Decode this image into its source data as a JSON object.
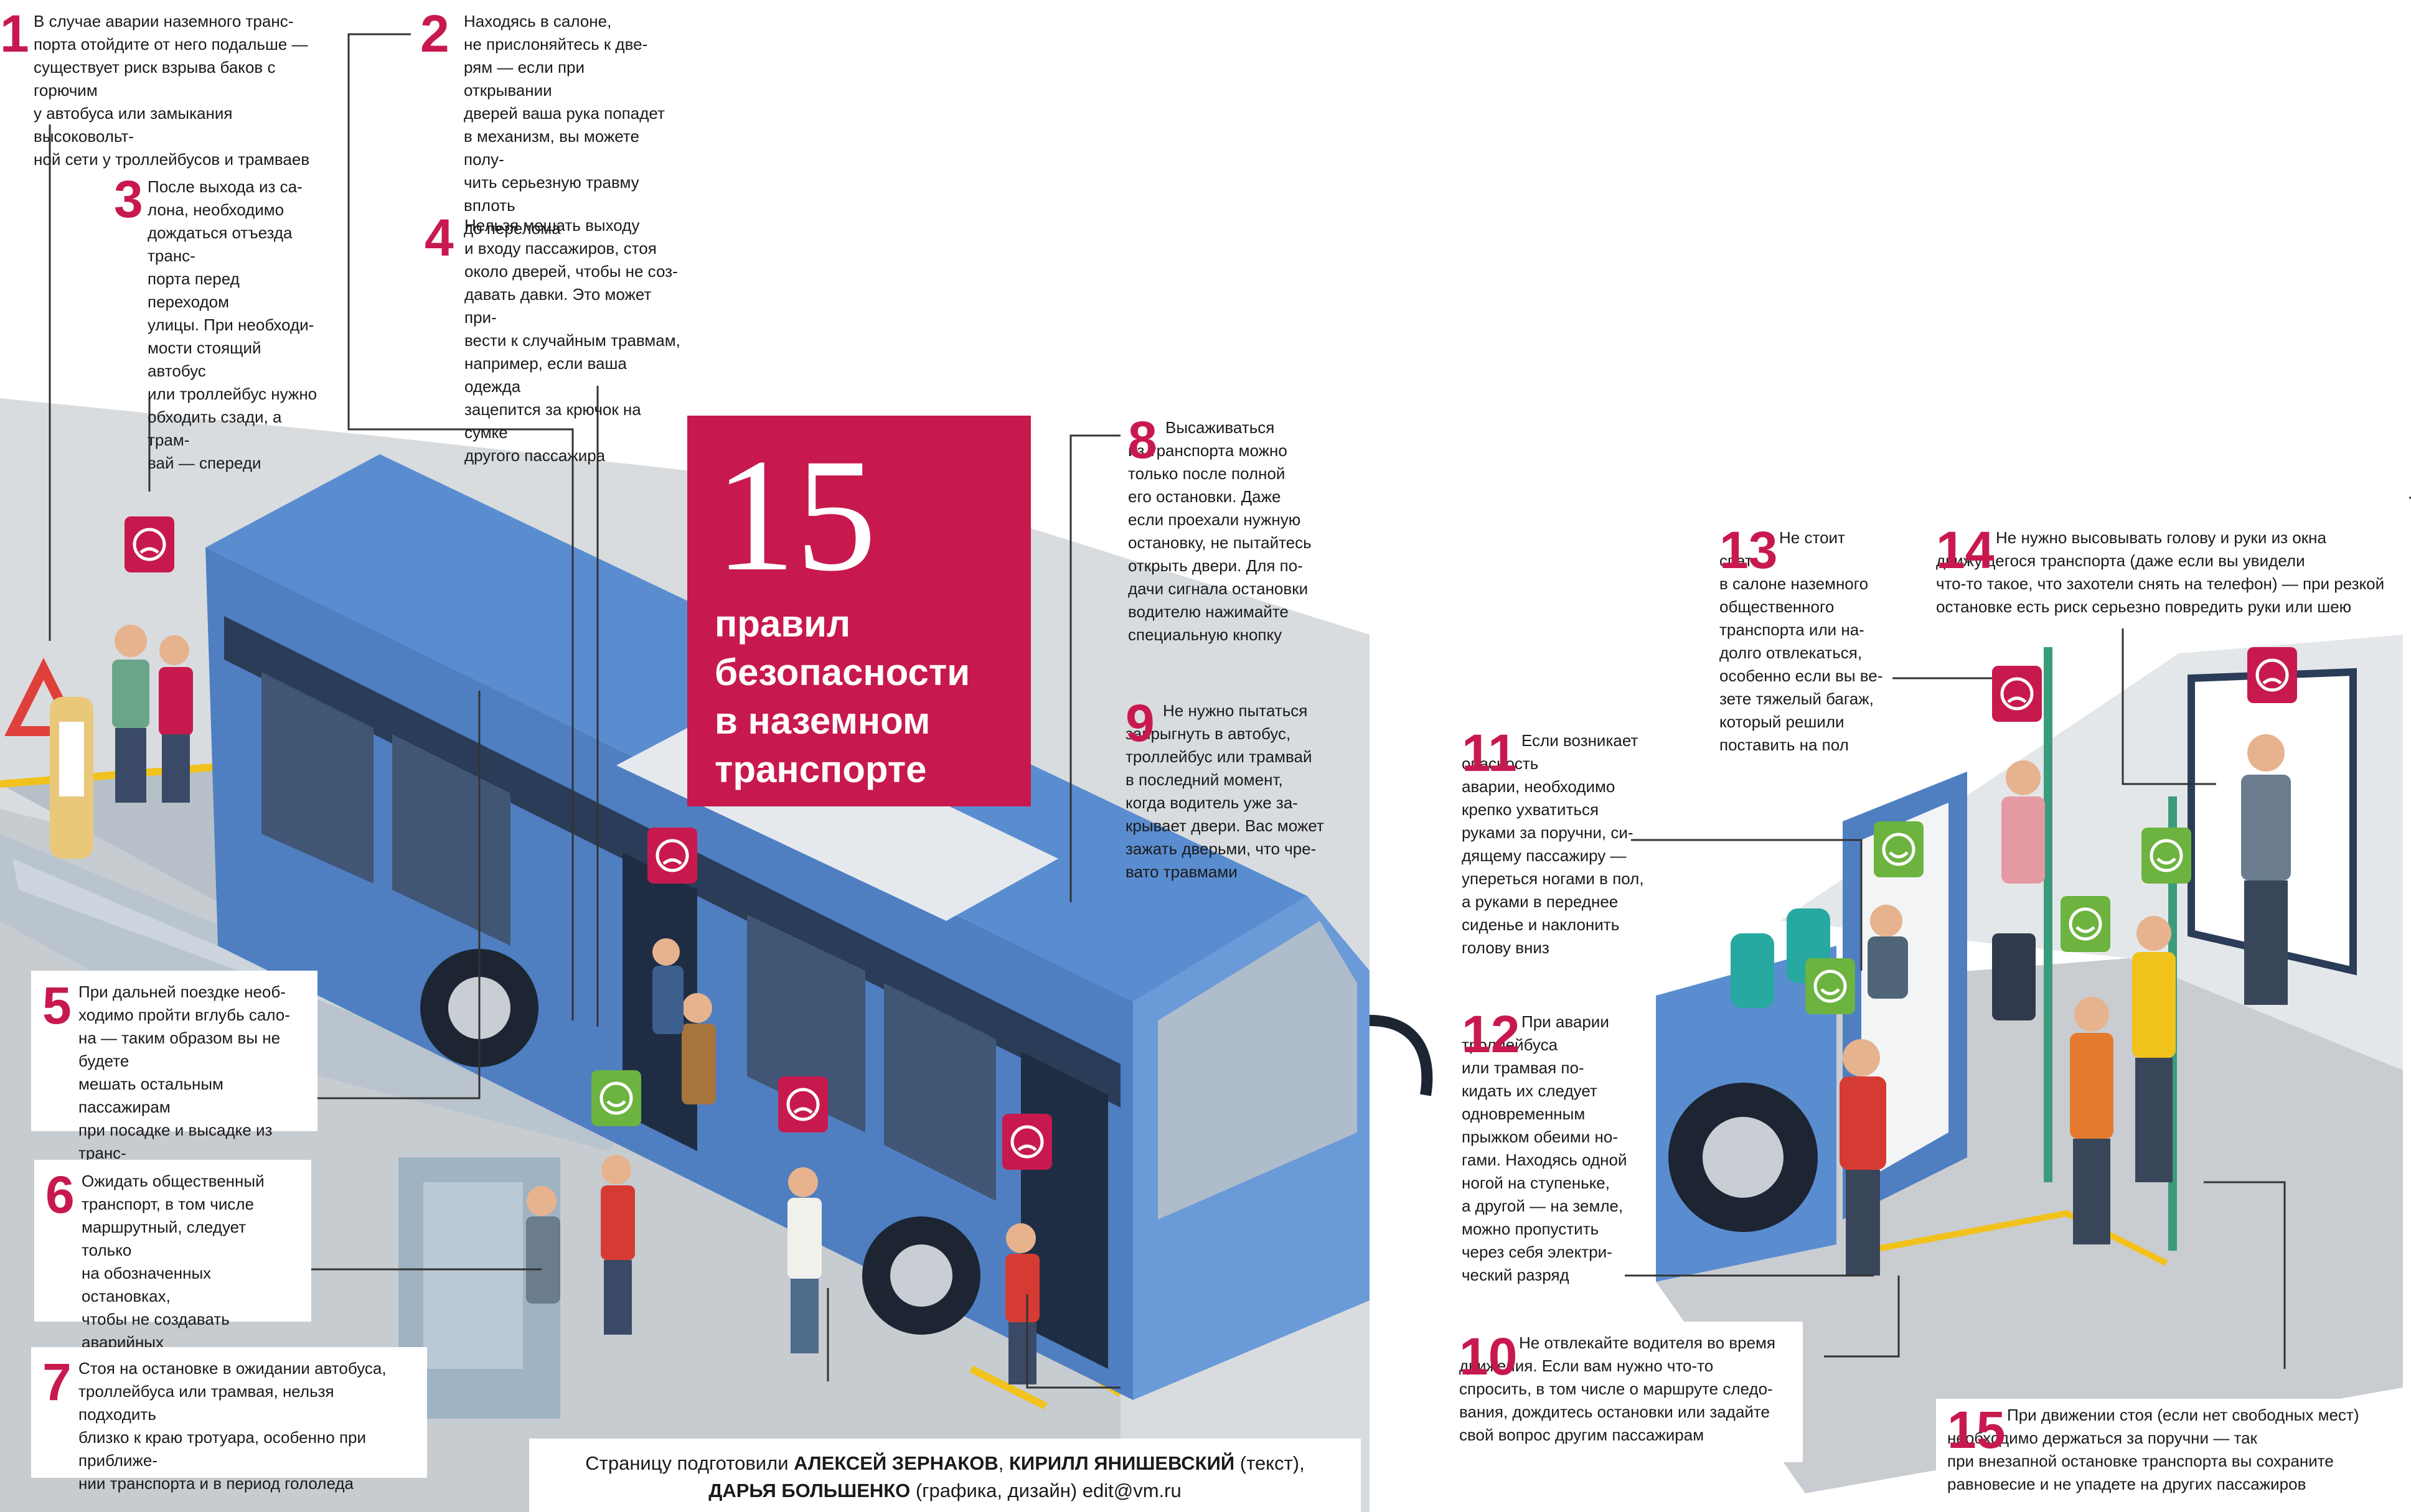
{
  "title": {
    "number": "15",
    "text": "правил\nбезопасности\nв наземном\nтранспорте"
  },
  "rules": [
    {
      "num": "1",
      "text": "В случае аварии наземного транс-\nпорта отойдите от него подальше —\nсуществует риск взрыва баков с горючим\nу автобуса или замыкания высоковольт-\nной сети у троллейбусов и трамваев"
    },
    {
      "num": "2",
      "text": "Находясь в салоне,\nне прислоняйтесь к две-\nрям — если при открывании\nдверей ваша рука попадет\nв механизм, вы можете полу-\nчить серьезную травму вплоть\nдо перелома"
    },
    {
      "num": "3",
      "text": "После выхода из са-\nлона, необходимо\nдождаться отъезда транс-\nпорта перед переходом\nулицы. При необходи-\nмости стоящий автобус\nили троллейбус нужно\nобходить сзади, а трам-\nвай — спереди"
    },
    {
      "num": "4",
      "text": "Нельзя мешать выходу\nи входу пассажиров, стоя\nоколо дверей, чтобы не соз-\nдавать давки. Это может при-\nвести к случайным травмам,\nнапример, если ваша одежда\nзацепится за крючок на сумке\nдругого пассажира"
    },
    {
      "num": "5",
      "text": "При дальней поездке необ-\nходимо пройти вглубь сало-\nна — таким образом вы не будете\nмешать остальным пассажирам\nпри посадке и высадке из транс-\nпортного средства"
    },
    {
      "num": "6",
      "text": "Ожидать общественный\nтранспорт, в том числе\nмаршрутный, следует только\nна обозначенных остановках,\nчтобы не создавать аварийных\nситуаций на дороге"
    },
    {
      "num": "7",
      "text": "Стоя на остановке в ожидании автобуса,\nтроллейбуса или трамвая, нельзя подходить\nблизко к краю тротуара, особенно при приближе-\nнии транспорта и в период гололеда"
    },
    {
      "num": "8",
      "text": "Высаживаться\nиз транспорта можно\nтолько после полной\nего остановки. Даже\nесли проехали нужную\nостановку, не пытайтесь\nоткрыть двери. Для по-\nдачи сигнала остановки\nводителю нажимайте\nспециальную кнопку"
    },
    {
      "num": "9",
      "text": "Не нужно пытаться\nзапрыгнуть в автобус,\nтроллейбус или трамвай\nв последний момент,\nкогда водитель уже за-\nкрывает двери. Вас может\nзажать дверьми, что чре-\nвато травмами"
    },
    {
      "num": "10",
      "text": "Не отвлекайте водителя во время\nдвижения. Если вам нужно что-то\nспросить, в том числе о маршруте следо-\nвания, дождитесь остановки или задайте\nсвой вопрос другим пассажирам"
    },
    {
      "num": "11",
      "text": "Если возникает\nопасность\nаварии, необходимо\nкрепко ухватиться\nруками за поручни, си-\nдящему пассажиру —\nупереться ногами в пол,\nа руками в переднее\nсиденье и наклонить\nголову вниз"
    },
    {
      "num": "12",
      "text": "При аварии\nтроллейбуса\nили трамвая по-\nкидать их следует\nодновременным\nпрыжком обеими но-\nгами. Находясь одной\nногой на ступеньке,\nа другой — на земле,\nможно пропустить\nчерез себя электри-\nческий разряд"
    },
    {
      "num": "13",
      "text": "Не стоит\nспать\nв салоне наземного\nобщественного\nтранспорта или на-\nдолго отвлекаться,\nособенно если вы ве-\nзете тяжелый багаж,\nкоторый решили\nпоставить на пол"
    },
    {
      "num": "14",
      "text": "Не нужно высовывать голову и руки из окна\nдвижущегося транспорта (даже если вы увидели\nчто-то такое, что захотели снять на телефон) — при резкой\nостановке есть риск серьезно повредить руки или шею"
    },
    {
      "num": "15",
      "text": "При движении стоя (если нет свободных мест)\nнеобходимо держаться за поручни — так\nпри внезапной остановке транспорта вы сохраните\nравновесие и не упадете на других пассажиров"
    }
  ],
  "credits": {
    "prefix": "Страницу подготовили ",
    "authors1": "АЛЕКСЕЙ ЗЕРНАКОВ",
    "sep1": ", ",
    "authors2": "КИРИЛЛ ЯНИШЕВСКИЙ",
    "role1": " (текст),",
    "authors3": "ДАРЬЯ БОЛЬШЕНКО",
    "role2": " (графика, дизайн)  edit@vm.ru"
  },
  "colors": {
    "accent": "#c8194f",
    "bus_blue": "#4f7fc1",
    "bus_blue_light": "#7aa4db",
    "sad_sign": "#c8194f",
    "happy_sign": "#6cb33f",
    "road": "#d9dcdf",
    "sidewalk": "#c7ccd1",
    "yellow_line": "#f1c21b"
  }
}
